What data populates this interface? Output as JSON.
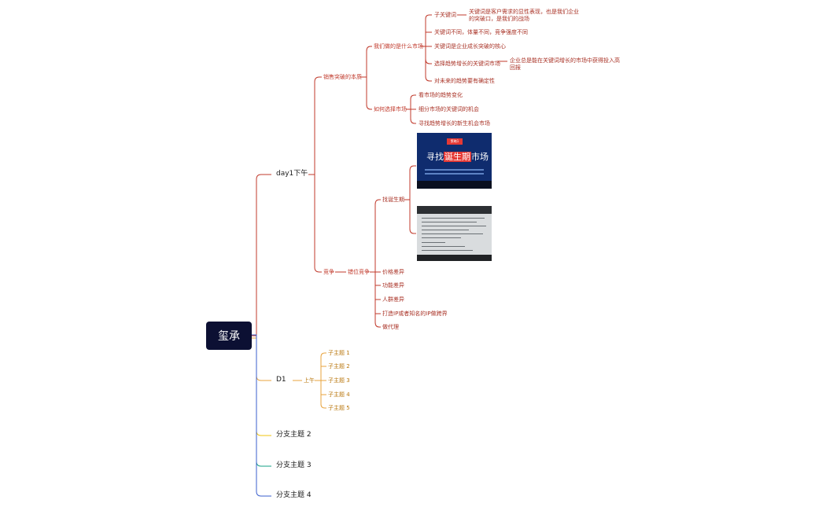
{
  "root": {
    "label": "玺承"
  },
  "branches": {
    "b1": "day1下午",
    "b2": "D1",
    "b3": "分支主题 2",
    "b4": "分支主题 3",
    "b5": "分支主题 4"
  },
  "day1": {
    "sales": "销售突破的本质",
    "market_q": "我们做的是什么市场",
    "keyword": "子关键词",
    "keyword_desc": "关键词是客户需求的显性表现，也是我们企业的突破口，是我们的战场",
    "kw2": "关键词不同，体量不同，竞争强度不同",
    "kw3": "关键词是企业成长突破的核心",
    "kw4": "选择趋势增长的关键词市场",
    "kw4_desc": "企业总是能在关键词增长的市场中获得投入高回报",
    "kw5": "对未来的趋势要有确定性",
    "choose": "如何选择市场",
    "c1": "看市场的趋势变化",
    "c2": "细分市场的关键词的机会",
    "c3": "寻找趋势增长的新生机会市场",
    "compete": "竞争",
    "offset": "错位竞争",
    "birth": "找诞生期",
    "photo_banner": "策略1",
    "photo_title_a": "寻找",
    "photo_title_hl": "诞生期",
    "photo_title_b": "市场",
    "o2": "价格差异",
    "o3": "功能差异",
    "o4": "人群差异",
    "o5": "打造IP或者知名的IP做跨界",
    "o6": "做代理"
  },
  "d1": {
    "morning": "上午",
    "subs": [
      "子主题 1",
      "子主题 2",
      "子主题 3",
      "子主题 4",
      "子主题 5"
    ]
  },
  "colors": {
    "root_bg": "#0c1033",
    "red": "#c0392b",
    "orange": "#e8a33d",
    "yellow": "#f1c40f",
    "green": "#16a085",
    "blue": "#3a5fcd"
  }
}
